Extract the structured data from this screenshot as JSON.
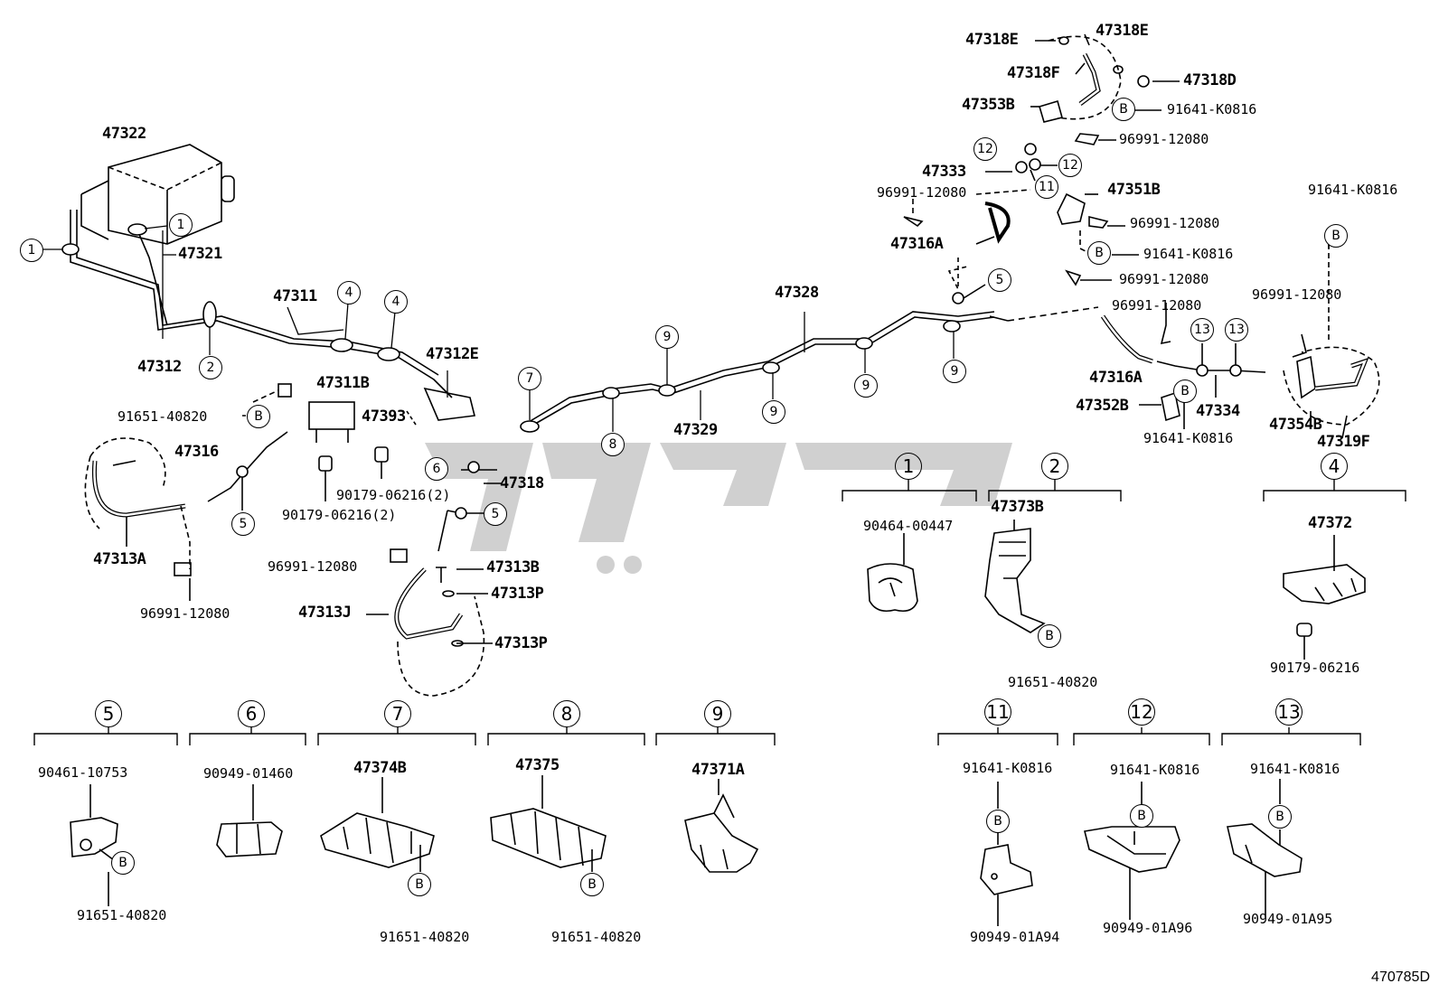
{
  "diagram_id": "470785D",
  "parts": {
    "p47322": "47322",
    "p47321": "47321",
    "p47312": "47312",
    "p47311": "47311",
    "p47312E": "47312E",
    "p47311B": "47311B",
    "p47393": "47393",
    "p47316": "47316",
    "p47313A": "47313A",
    "p47318": "47318",
    "p47313B": "47313B",
    "p47313P_1": "47313P",
    "p47313P_2": "47313P",
    "p47313J": "47313J",
    "p47329": "47329",
    "p47328": "47328",
    "p47318E_1": "47318E",
    "p47318E_2": "47318E",
    "p47318F": "47318F",
    "p47318D": "47318D",
    "p47353B": "47353B",
    "p47333": "47333",
    "p47351B": "47351B",
    "p47316A_1": "47316A",
    "p47316A_2": "47316A",
    "p47352B": "47352B",
    "p47334": "47334",
    "p47354B": "47354B",
    "p47319F": "47319F",
    "p47373B": "47373B",
    "p47372": "47372",
    "p47374B": "47374B",
    "p47375": "47375",
    "p47371A": "47371A"
  },
  "bolts": {
    "b91651_1": "91651-40820",
    "b90179_1": "90179-06216(2)",
    "b90179_2": "90179-06216(2)",
    "b96991_1": "96991-12080",
    "b96991_2": "96991-12080",
    "b91641_top": "91641-K0816",
    "b96991_top": "96991-12080",
    "b96991_3": "96991-12080",
    "b96991_4": "96991-12080",
    "b91641_2": "91641-K0816",
    "b96991_5": "96991-12080",
    "b96991_6": "96991-12080",
    "b91641_right": "91641-K0816",
    "b96991_7": "96991-12080",
    "b91641_3": "91641-K0816",
    "g1_part": "90464-00447",
    "g2_bolt": "91651-40820",
    "g4_bolt": "90179-06216",
    "g5_part": "90461-10753",
    "g5_bolt": "91651-40820",
    "g6_part": "90949-01460",
    "g7_bolt": "91651-40820",
    "g8_bolt": "91651-40820",
    "g11_bolt": "91641-K0816",
    "g11_part": "90949-01A94",
    "g12_bolt": "91641-K0816",
    "g12_part": "90949-01A96",
    "g13_bolt": "91641-K0816",
    "g13_part": "90949-01A95"
  },
  "callout_b": "B",
  "callouts": [
    "1",
    "2",
    "4",
    "5",
    "6",
    "7",
    "8",
    "9",
    "11",
    "12",
    "13"
  ]
}
